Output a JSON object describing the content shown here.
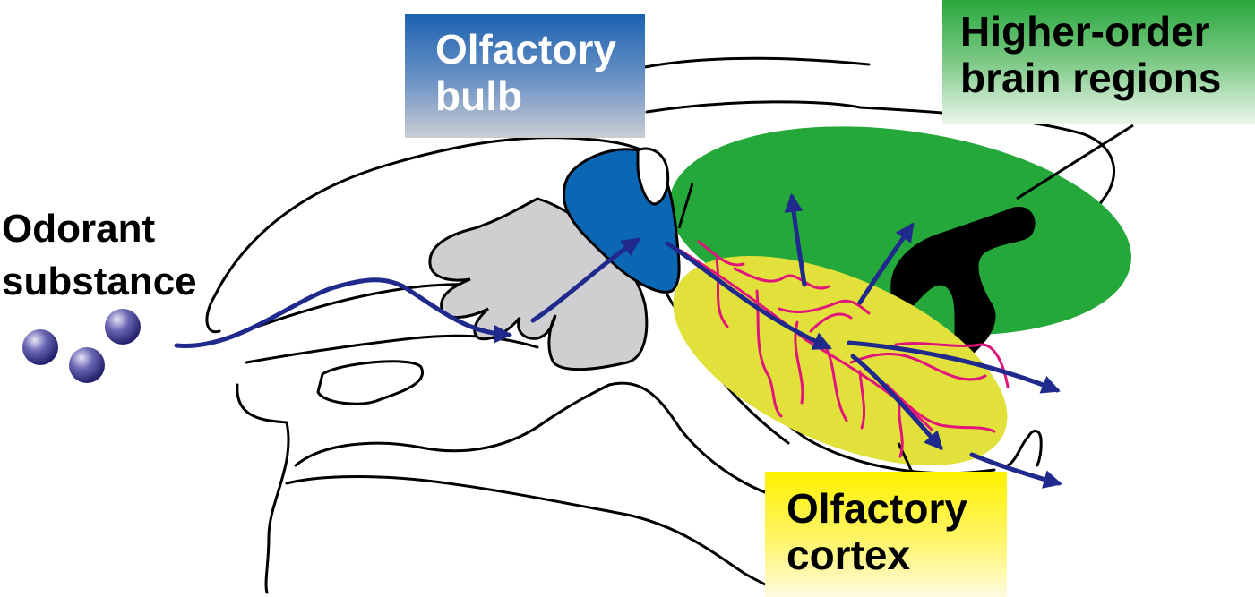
{
  "labels": {
    "olfactory_bulb": [
      "Olfactory",
      "bulb"
    ],
    "higher_order": [
      "Higher-order",
      "brain regions"
    ],
    "olfactory_cortex": [
      "Olfactory",
      "cortex"
    ],
    "odorant": [
      "Odorant",
      "substance"
    ]
  },
  "colors": {
    "bulb_blue": "#0b67b4",
    "higher_green": "#25a83a",
    "cortex_yellow": "#e2e13c",
    "neuron_pink": "#e0157c",
    "arrow_navy": "#1f2a8c",
    "gray_tissue": "#cfcfd2",
    "outline": "#000000"
  }
}
